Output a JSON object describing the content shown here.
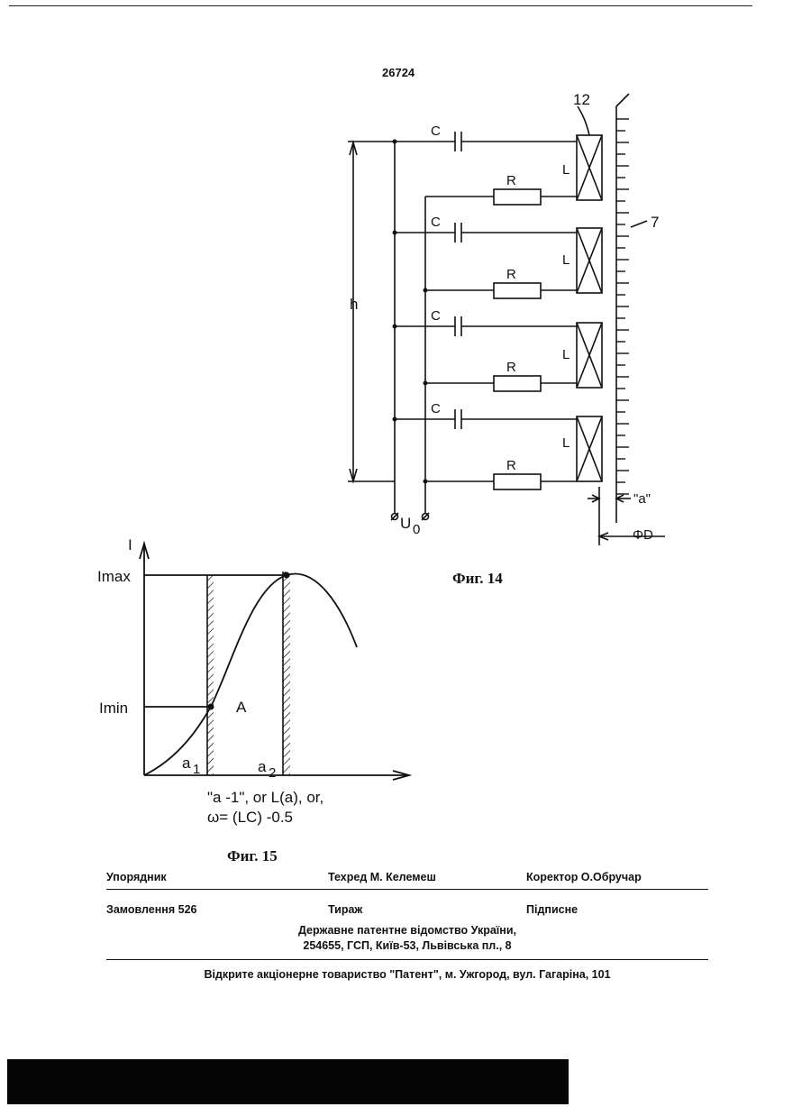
{
  "page": {
    "number": "26724"
  },
  "fig14": {
    "caption": "Фиг. 14",
    "labels": {
      "coil_ref": "12",
      "body_ref": "7",
      "height": "h",
      "capacitor": "C",
      "resistor": "R",
      "inductor": "L",
      "voltage": "U",
      "voltage_sub": "0",
      "gap": "\"a\"",
      "diameter": "ΦD"
    }
  },
  "fig15": {
    "caption": "Фиг. 15",
    "labels": {
      "y_axis": "I",
      "imax": "Imax",
      "imin": "Imin",
      "point": "A",
      "a1": "a",
      "a1_sub": "1",
      "a2": "a",
      "a2_sub": "2",
      "x_line1": "\"a -1\", or L(a), or,",
      "x_line2": "ω= (LC) -0.5"
    }
  },
  "imprint": {
    "compiler": "Упорядник",
    "techred": "Техред М. Келемеш",
    "corrector": "Коректор О.Обручар",
    "order": "Замовлення 526",
    "circulation": "Тираж",
    "subscription": "Підписне",
    "office_line1": "Державне патентне відомство України,",
    "office_line2": "254655, ГСП, Київ-53, Львівська пл., 8",
    "printer": "Відкрите акціонерне товариство \"Патент\", м. Ужгород, вул. Гагаріна, 101"
  }
}
